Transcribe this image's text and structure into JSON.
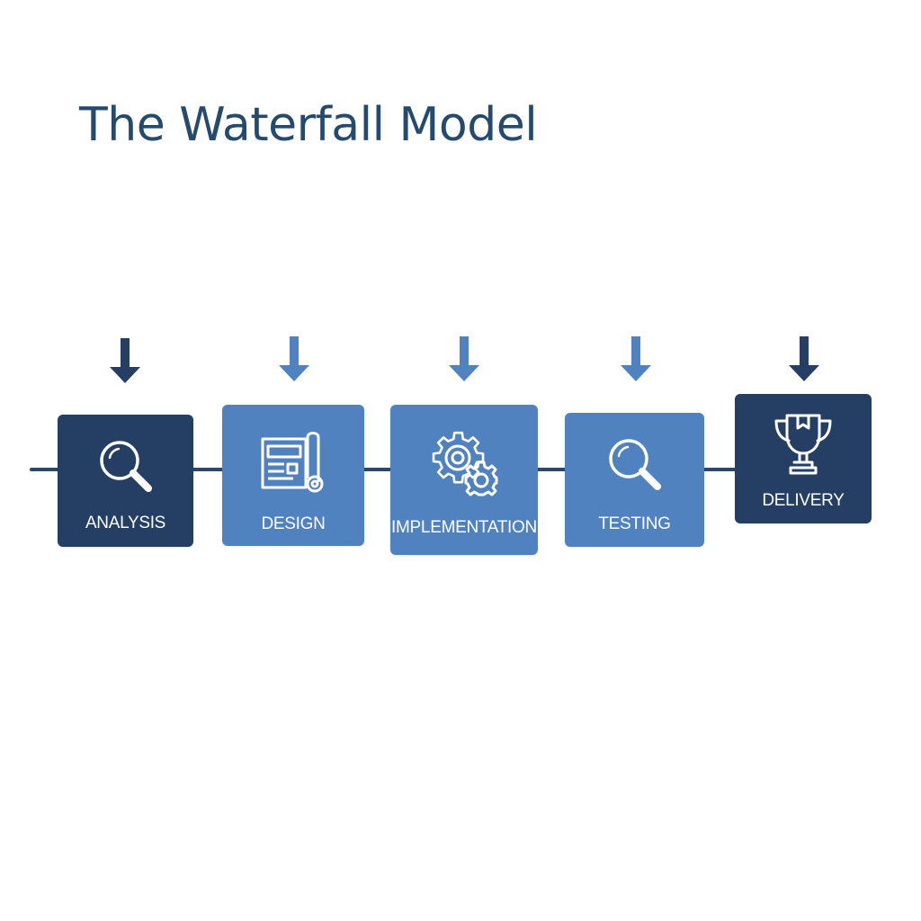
{
  "title": "The Waterfall Model",
  "colors": {
    "title": "#254a6f",
    "dark": "#243f63",
    "light": "#4f82bf",
    "connector": "#2d4768",
    "icon_stroke": "#ffffff"
  },
  "stages": [
    {
      "label": "ANALYSIS",
      "icon": "magnifier-icon",
      "tone": "dark"
    },
    {
      "label": "DESIGN",
      "icon": "blueprint-icon",
      "tone": "light"
    },
    {
      "label": "IMPLEMENTATION",
      "icon": "gears-icon",
      "tone": "light"
    },
    {
      "label": "TESTING",
      "icon": "magnifier-icon",
      "tone": "light"
    },
    {
      "label": "DELIVERY",
      "icon": "trophy-icon",
      "tone": "dark"
    }
  ]
}
